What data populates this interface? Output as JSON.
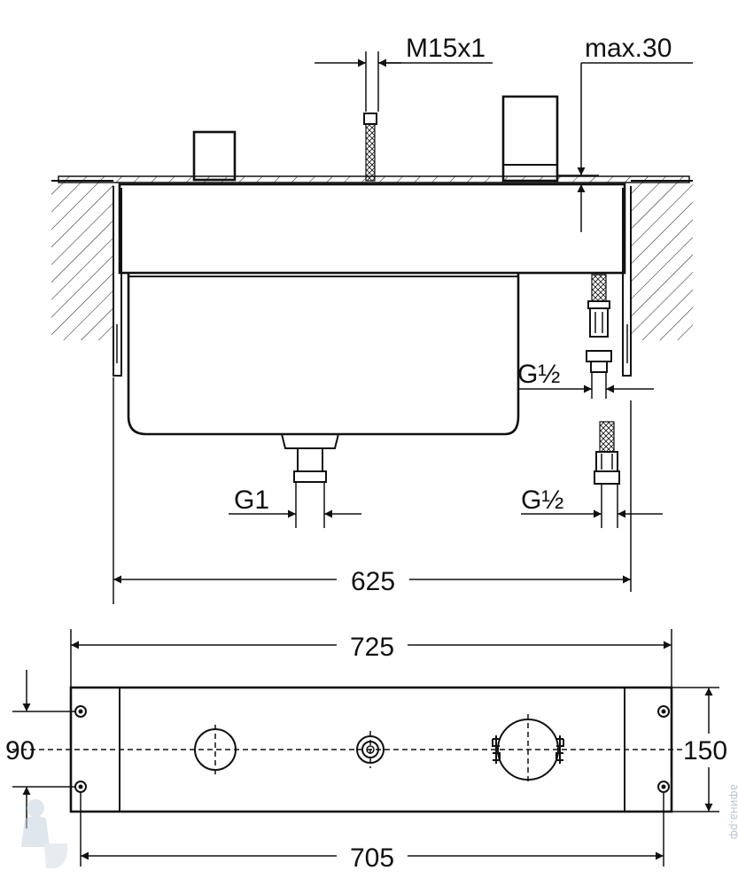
{
  "labels": {
    "thread": "M15x1",
    "max_thickness": "max.30",
    "connection_top": "G½",
    "connection_bottom": "G½",
    "drain": "G1"
  },
  "dimensions": {
    "body_width": "625",
    "plate_width": "725",
    "hole_spacing_horizontal": "705",
    "hole_spacing_vertical": "90",
    "plate_height": "150"
  },
  "watermark": "афина.рф",
  "colors": {
    "line": "#111111",
    "background": "#ffffff",
    "watermark": "#b8c4d0"
  }
}
